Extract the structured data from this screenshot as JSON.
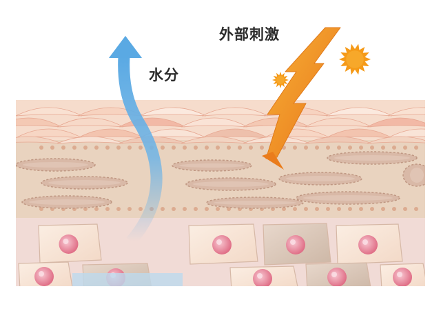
{
  "labels": {
    "moisture": "水分",
    "external_stimulus": "外部刺激"
  },
  "icons": {
    "moisture_arrow": "up-arrow-icon",
    "stimulus_arrow": "lightning-arrow-icon",
    "irritant": "spiky-sun-icon"
  },
  "colors": {
    "moisture_arrow": "#6fb4e6",
    "stimulus_arrow": "#f08a1c",
    "irritant": "#f59a18",
    "stratum_corneum": "#f3c7b1",
    "granular_layer": "#e9d3bf",
    "basal_layer": "#f1dbd6",
    "cell_nucleus": "#e47a90",
    "text": "#2b2b2b"
  },
  "layers": [
    "stratum-corneum",
    "granular-layer",
    "basal-layer"
  ]
}
